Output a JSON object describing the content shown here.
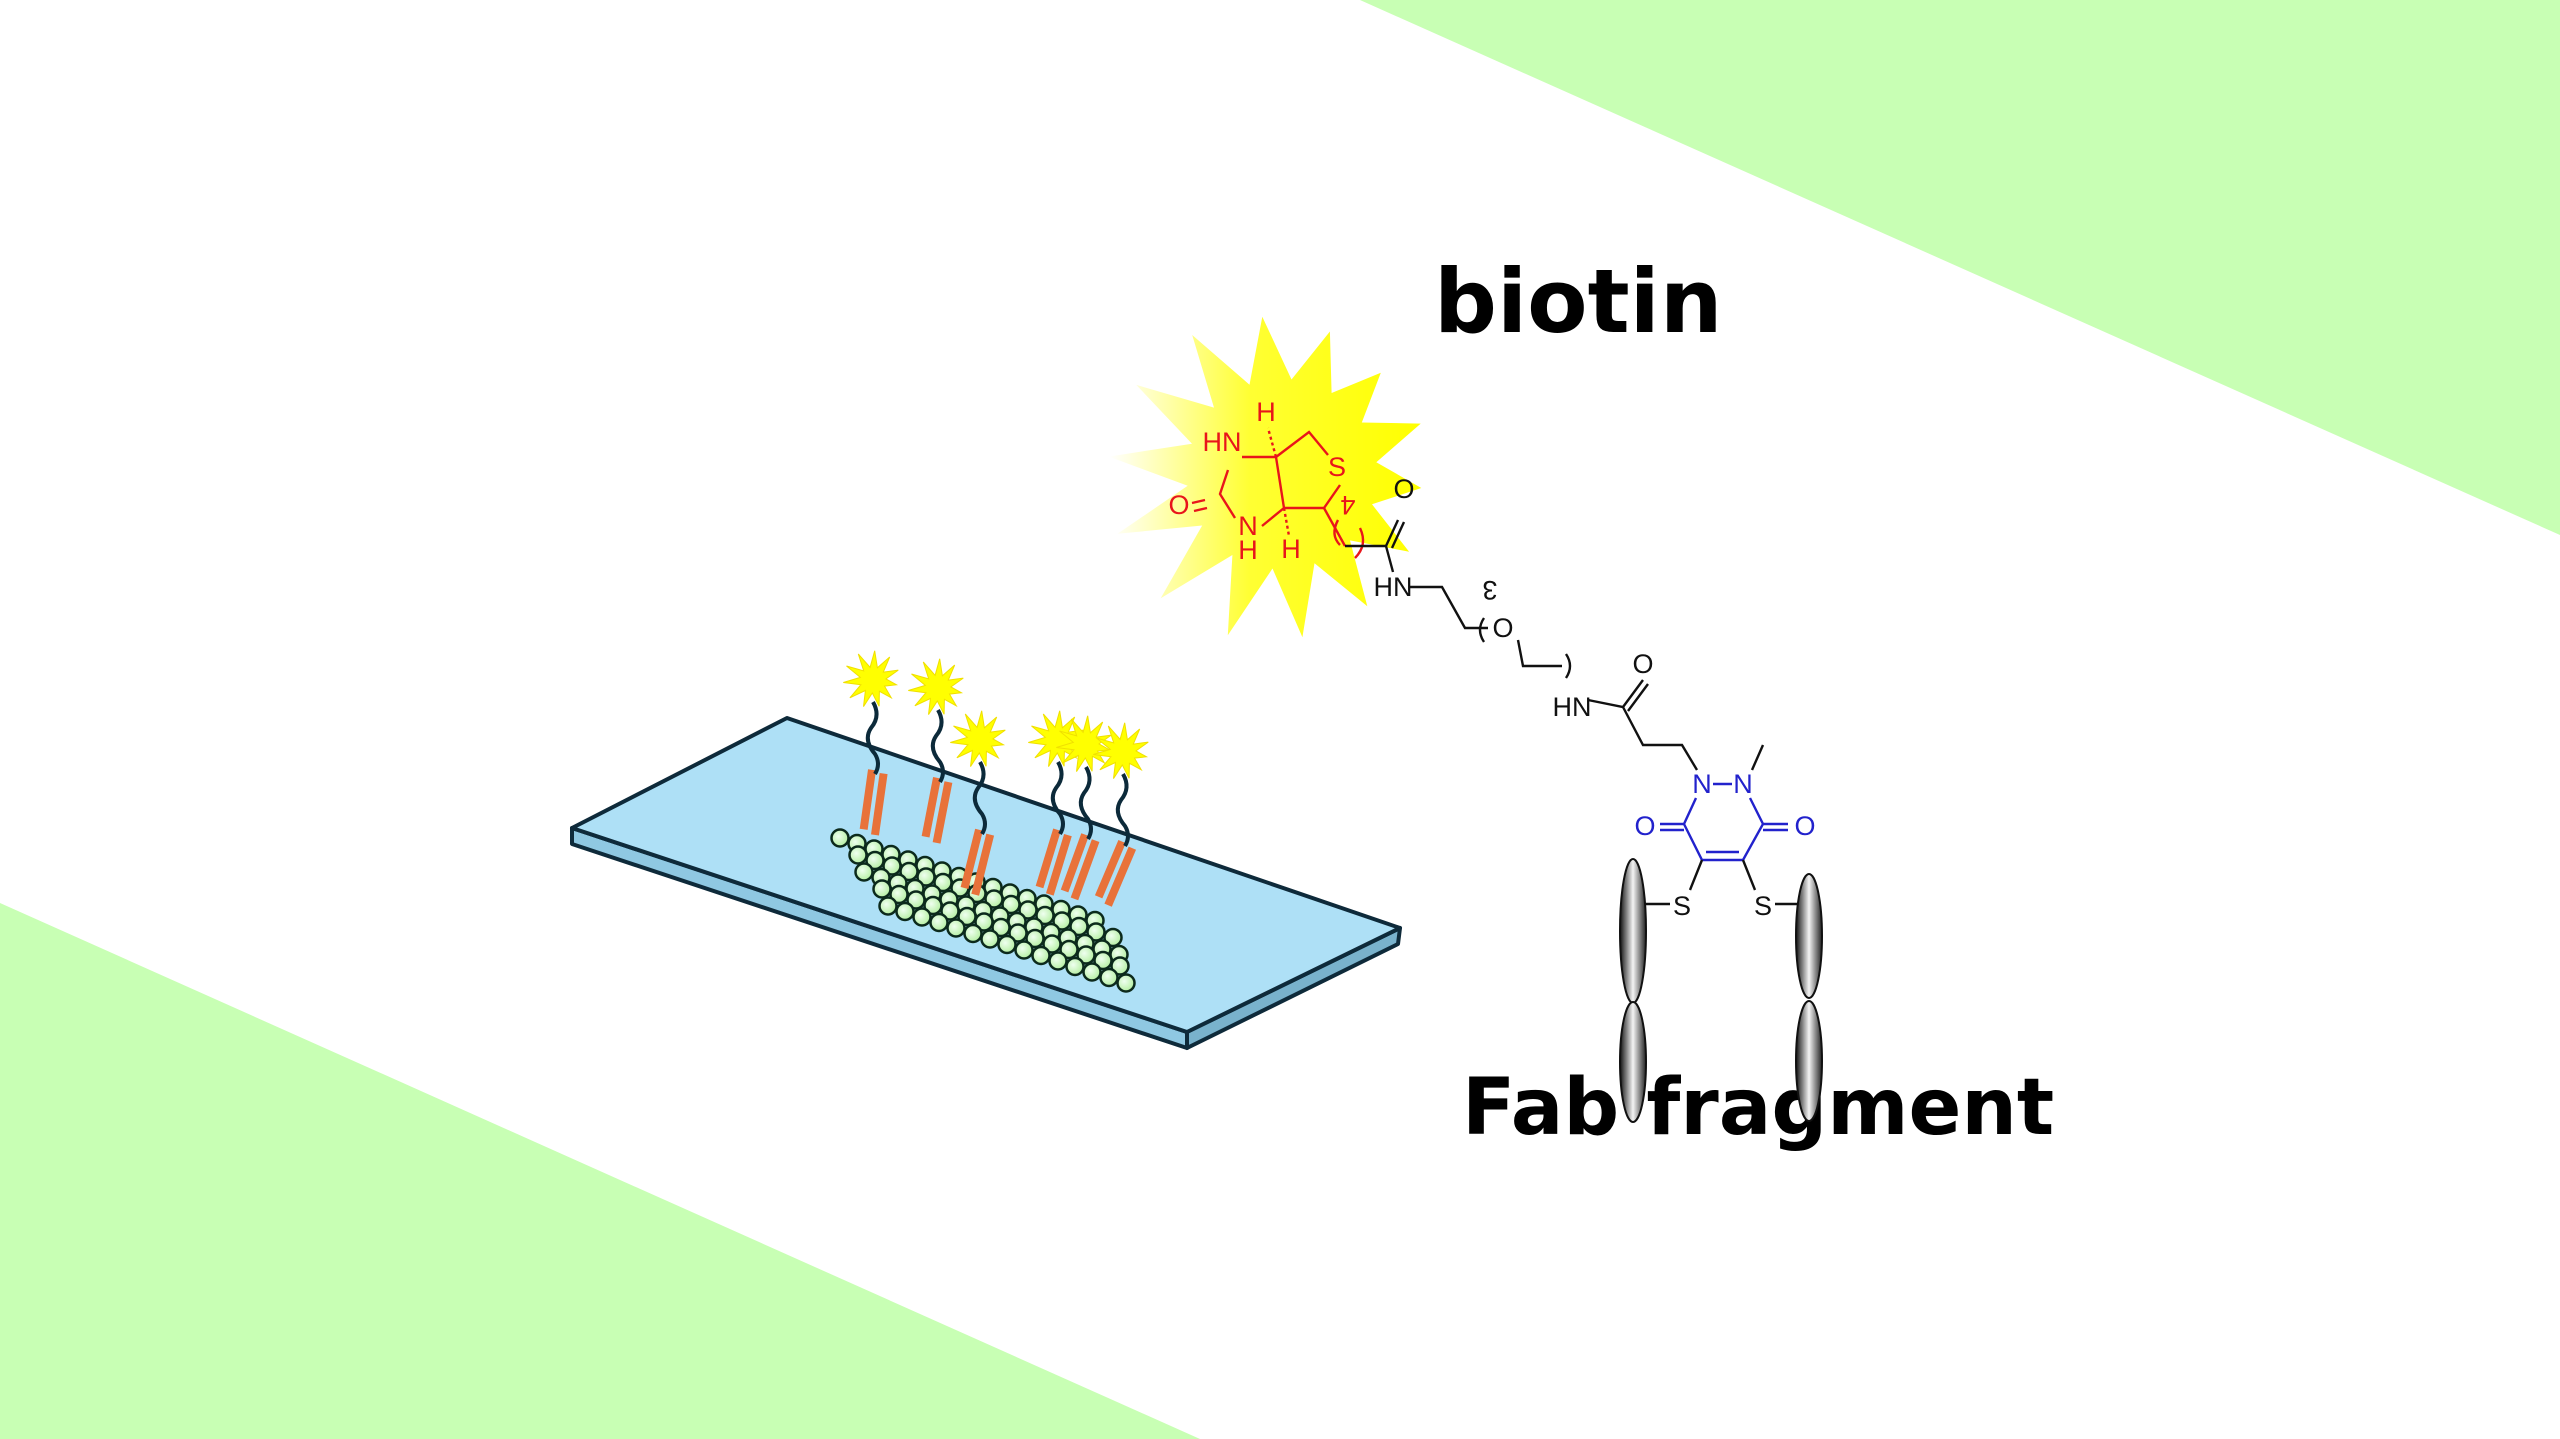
{
  "labels": {
    "biotin": "biotin",
    "fab": "Fab fragment"
  },
  "chem": {
    "biotin_atoms": {
      "hn": "HN",
      "nh_n": "N",
      "nh_h": "H",
      "o": "O",
      "s": "S",
      "h_top": "H",
      "h_bot": "H",
      "n4": "4"
    },
    "linker_atoms": {
      "o1": "O",
      "hn1": "HN",
      "n3": "3",
      "o_peg": "O",
      "hn2": "HN",
      "o2": "O"
    },
    "pyridazine_atoms": {
      "n1": "N",
      "n2": "N",
      "o_left": "O",
      "o_right": "O"
    },
    "thiol_atoms": {
      "s_left": "S",
      "s_right": "S"
    }
  },
  "colors": {
    "background_accent": "#c8ffb4",
    "biotin": "#e8151b",
    "pyridazinedione": "#2222cc",
    "slide": "#aee0f6",
    "starburst": "#ffff00",
    "anchor_bars": "#e8723a",
    "beads": "#c9f7b9"
  }
}
